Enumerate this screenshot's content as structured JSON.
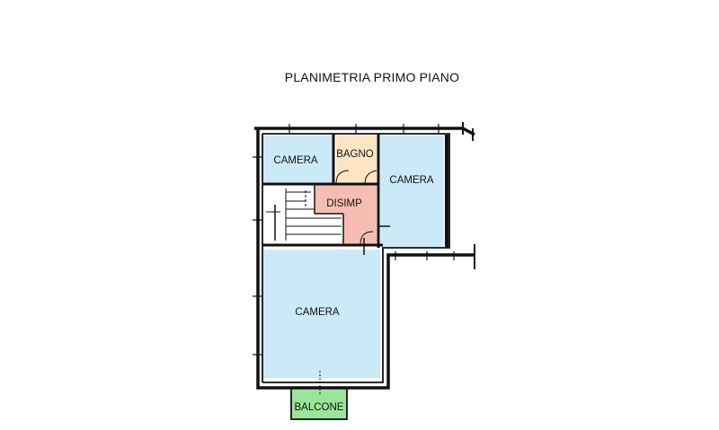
{
  "title": "PLANIMETRIA PRIMO PIANO",
  "rooms": [
    {
      "id": "camera-top-left",
      "label": "CAMERA",
      "color": "#cce9f8"
    },
    {
      "id": "bagno",
      "label": "BAGNO",
      "color": "#fde5c3"
    },
    {
      "id": "camera-right",
      "label": "CAMERA",
      "color": "#cce9f8"
    },
    {
      "id": "disimp",
      "label": "DISIMP",
      "color": "#f7bdb2"
    },
    {
      "id": "camera-large",
      "label": "CAMERA",
      "color": "#cce9f8"
    },
    {
      "id": "balcone",
      "label": "BALCONE",
      "color": "#9be59b"
    }
  ],
  "colors": {
    "wall": "#111111",
    "bedroom": "#cce9f8",
    "bathroom": "#fde5c3",
    "hallway": "#f7bdb2",
    "balcony": "#9be59b"
  }
}
